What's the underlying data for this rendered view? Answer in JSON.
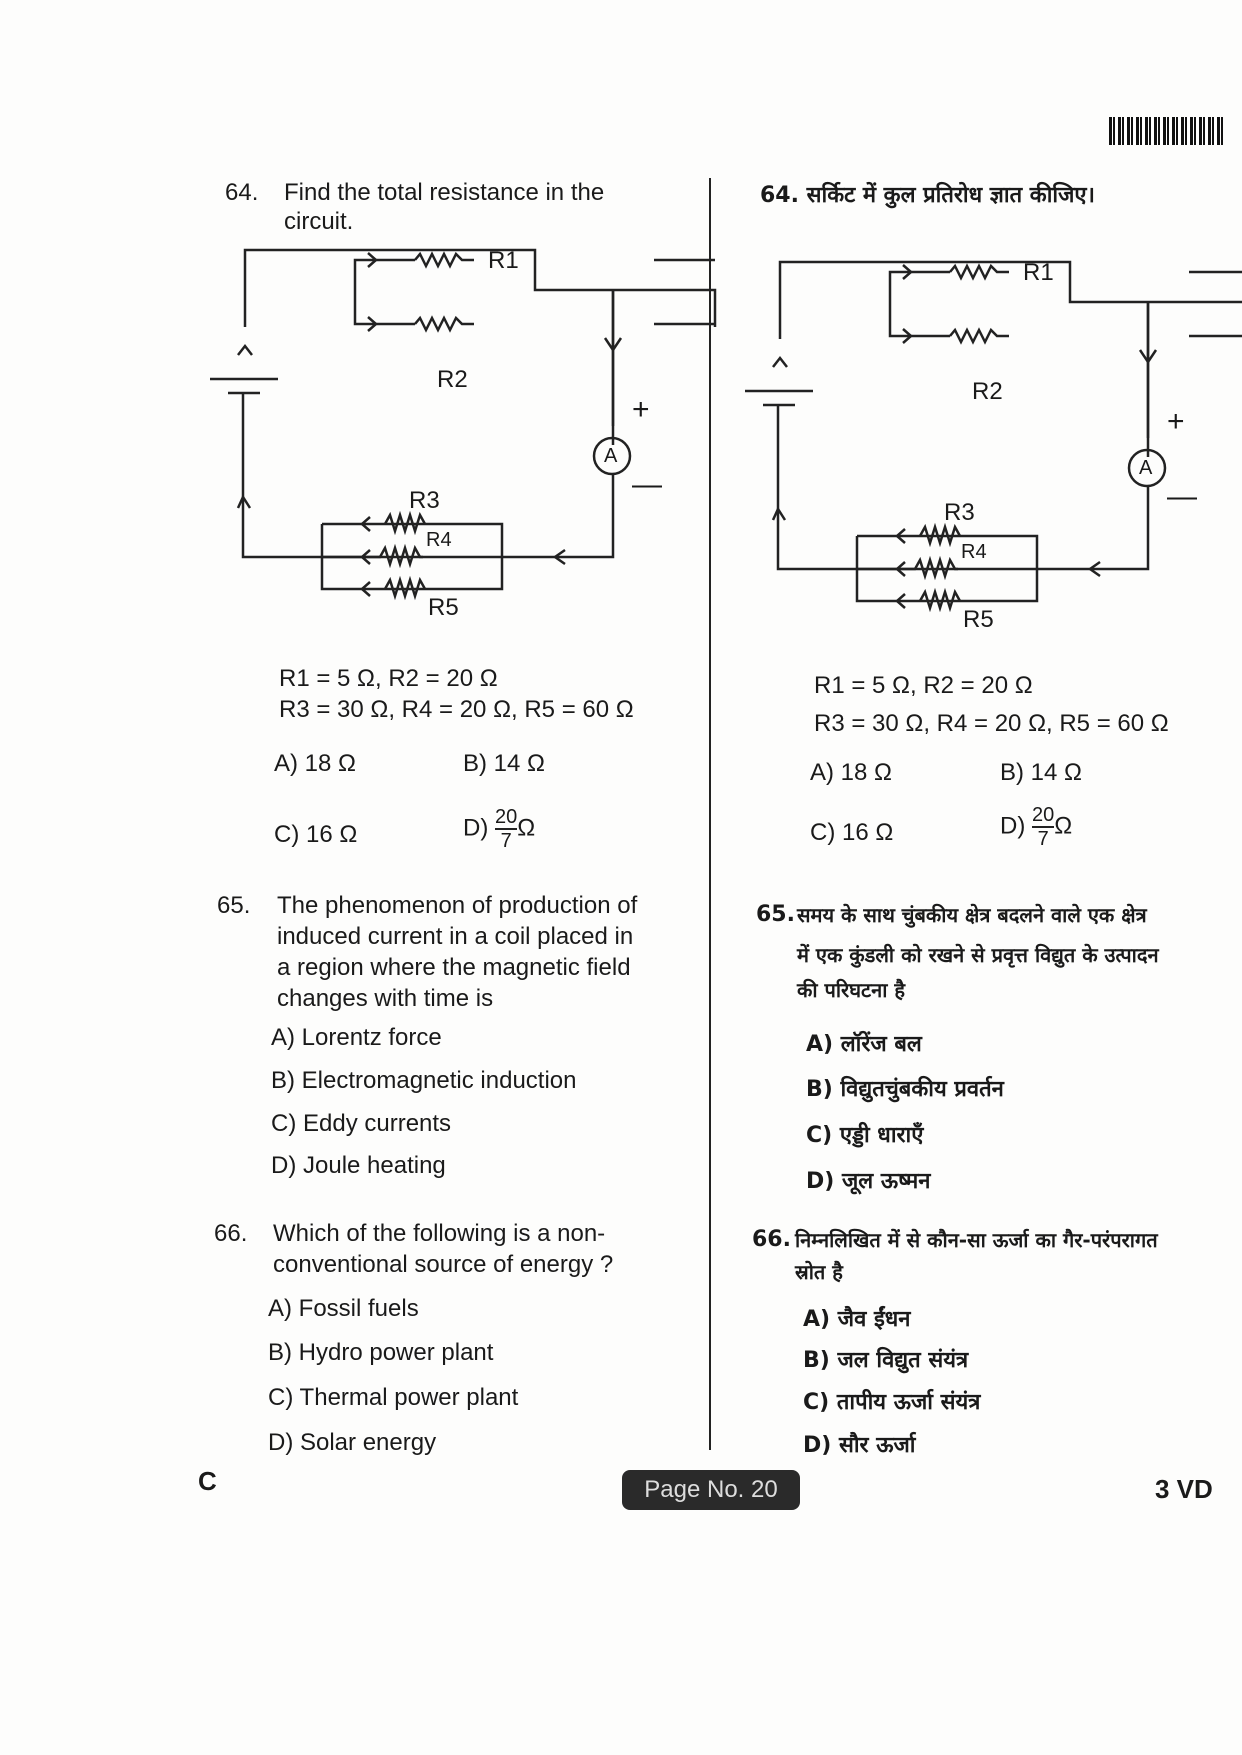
{
  "q64": {
    "number": "64.",
    "en_line1": "Find the total resistance in the",
    "en_line2": "circuit.",
    "hi": "सर्किट में कुल प्रतिरोध ज्ञात कीजिए।",
    "circuit": {
      "r1": "R1",
      "r2": "R2",
      "r3": "R3",
      "r4": "R4",
      "r5": "R5",
      "ammeter": "A",
      "plus": "+",
      "minus": "—"
    },
    "values_line1": "R1 = 5 Ω, R2 = 20 Ω",
    "values_line2": "R3 = 30 Ω, R4 = 20 Ω, R5 = 60 Ω",
    "options": {
      "a": "A) 18 Ω",
      "b": "B) 14 Ω",
      "c": "C) 16 Ω",
      "d_prefix": "D)",
      "d_num": "20",
      "d_den": "7",
      "d_unit": "Ω"
    }
  },
  "q65": {
    "number": "65.",
    "en_lines": [
      "The phenomenon of production of",
      "induced current in a coil placed in",
      "a region where the magnetic field",
      "changes with time is"
    ],
    "en_options": [
      "A) Lorentz force",
      "B) Electromagnetic induction",
      "C) Eddy currents",
      "D) Joule heating"
    ],
    "hi_lines": [
      "समय के साथ चुंबकीय क्षेत्र बदलने वाले एक क्षेत्र",
      "में एक कुंडली को रखने से प्रवृत्त विद्युत के उत्पादन",
      "की परिघटना है"
    ],
    "hi_options": [
      "A) लॉरेंज बल",
      "B) विद्युतचुंबकीय प्रवर्तन",
      "C) एड्डी धाराएँ",
      "D) जूल ऊष्मन"
    ]
  },
  "q66": {
    "number": "66.",
    "en_lines": [
      "Which of the following is a non-",
      "conventional source of energy ?"
    ],
    "en_options": [
      "A) Fossil fuels",
      "B) Hydro power plant",
      "C) Thermal power plant",
      "D) Solar energy"
    ],
    "hi_lines": [
      "निम्नलिखित में से कौन-सा ऊर्जा का गैर-परंपरागत",
      "स्रोत है"
    ],
    "hi_options": [
      "A) जैव ईंधन",
      "B) जल विद्युत संयंत्र",
      "C) तापीय ऊर्जा संयंत्र",
      "D) सौर ऊर्जा"
    ]
  },
  "footer": {
    "left": "C",
    "page": "Page No. 20",
    "right": "3 VD"
  }
}
